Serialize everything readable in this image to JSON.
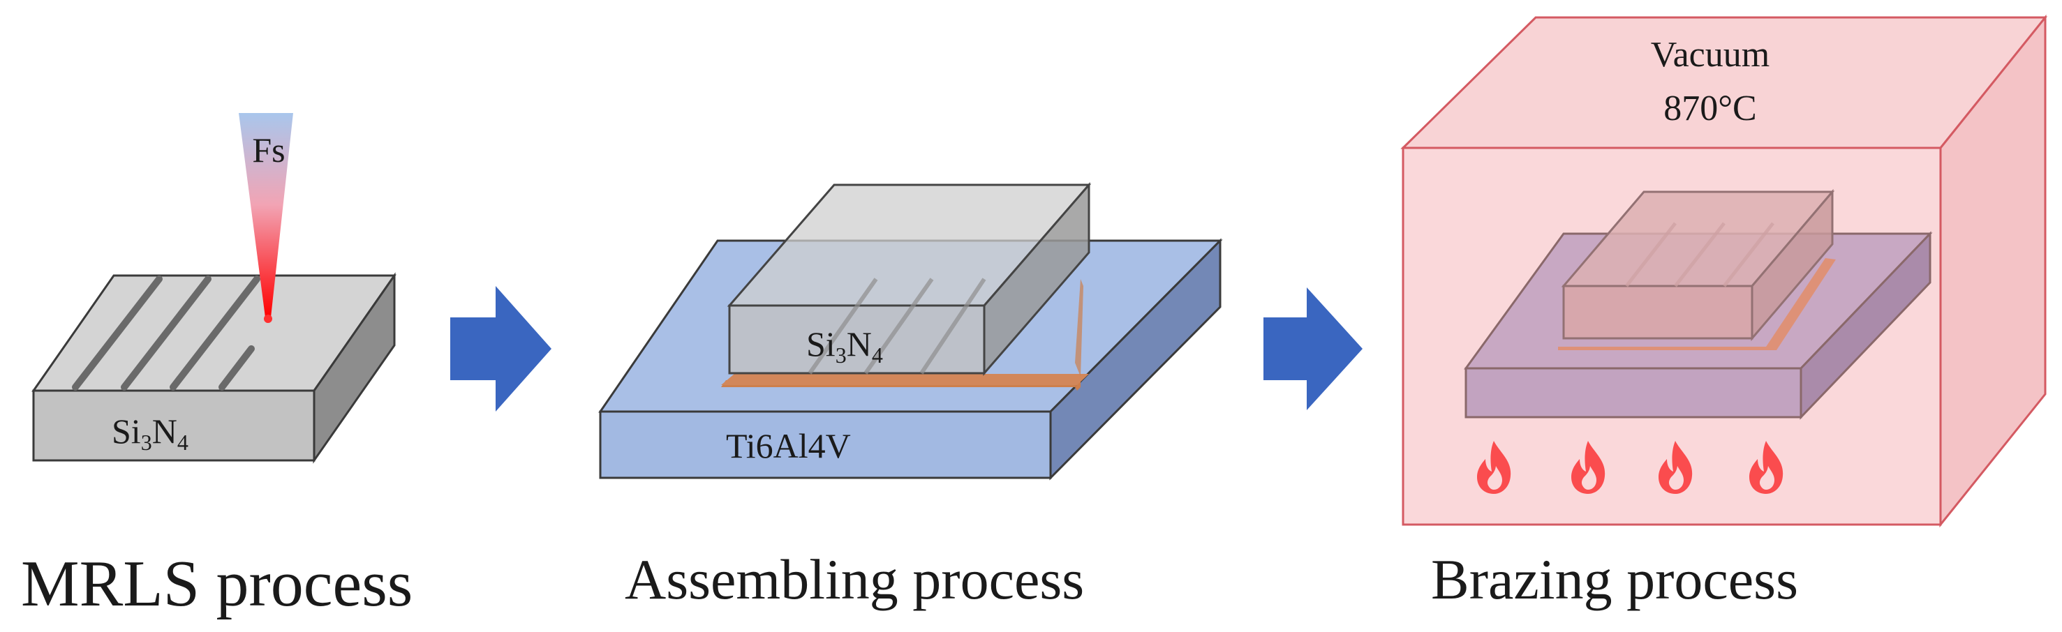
{
  "steps": [
    {
      "caption": "MRLS process",
      "block_formula": {
        "main": "Si",
        "sub1": "3",
        "mid": "N",
        "sub2": "4"
      },
      "laser_label": "Fs",
      "icon": "femtosecond-laser-icon"
    },
    {
      "caption": "Assembling process",
      "block_formula": {
        "main": "Si",
        "sub1": "3",
        "mid": "N",
        "sub2": "4"
      },
      "substrate_label": "Ti6Al4V"
    },
    {
      "caption": "Brazing process",
      "conditions": [
        "Vacuum",
        "870°C"
      ],
      "icon": "flame-icon"
    }
  ],
  "arrow_icon": "right-arrow-icon",
  "colors": {
    "ceramic": "#d3d3d3",
    "substrate": "#9fb7e2",
    "filler": "#cd7f4c",
    "furnace": "#f6c4c7",
    "arrow": "#3a66c0",
    "flame": "#ff0000",
    "laser": "#ff0000"
  }
}
